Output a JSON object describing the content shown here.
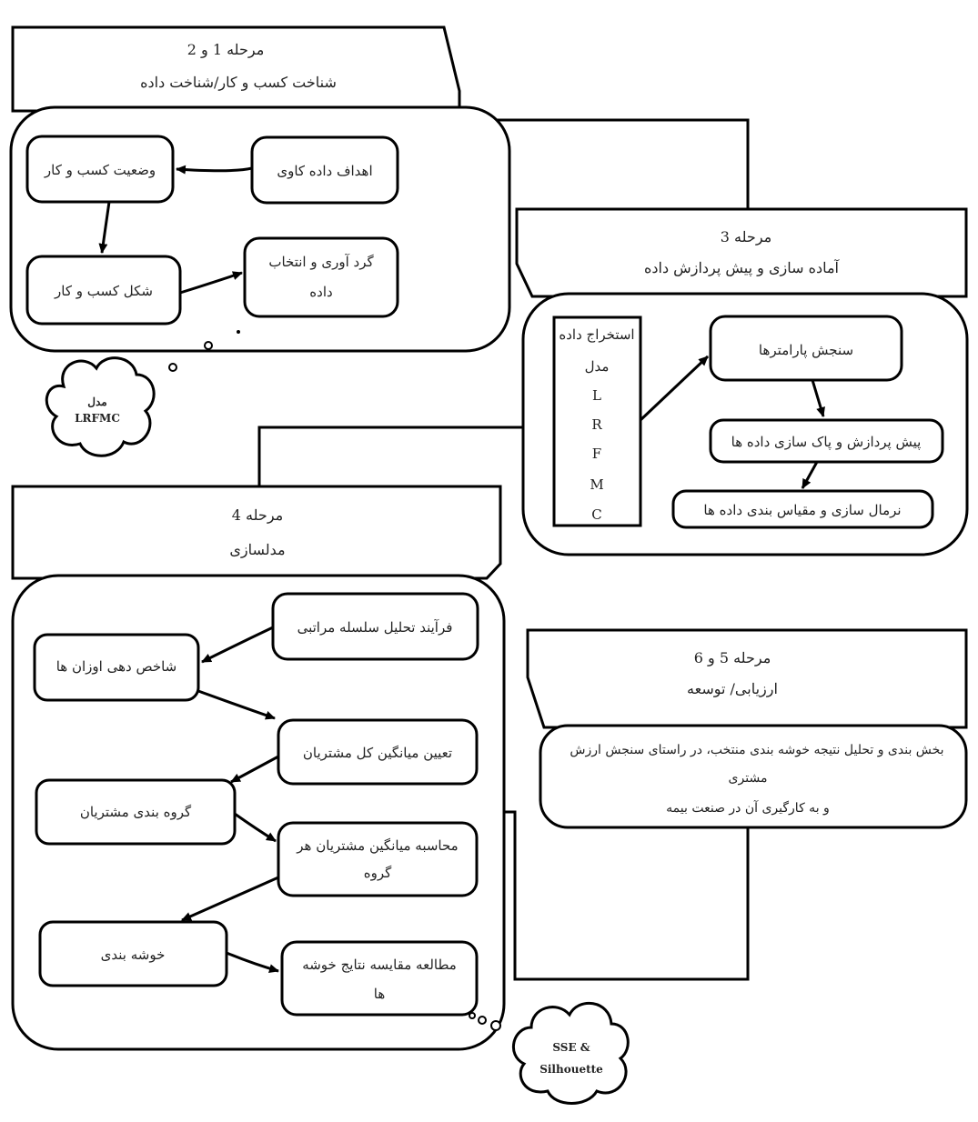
{
  "stage12": {
    "header_line1": "مرحله 1 و 2",
    "header_line2": "شناخت کسب و کار/شناخت داده",
    "box_goals": "اهداف داده کاوی",
    "box_situation": "وضعیت کسب و کار",
    "box_form": "شکل کسب و کار",
    "box_collect_l1": "گرد آوری و انتخاب",
    "box_collect_l2": "داده"
  },
  "cloud_lrfmc": {
    "line1": "مدل",
    "line2": "LRFMC"
  },
  "stage3": {
    "header_line1": "مرحله 3",
    "header_line2": "آماده سازی و پیش پردازش داده",
    "extract_title": "استخراج داده",
    "extract_model": "مدل",
    "extract_letters": [
      "L",
      "R",
      "F",
      "M",
      "C"
    ],
    "box_params": "سنجش پارامترها",
    "box_preprocess": "پیش پردازش و پاک سازی داده ها",
    "box_normalize": "نرمال سازی و مقیاس بندی داده ها"
  },
  "stage4": {
    "header_line1": "مرحله 4",
    "header_line2": "مدلسازی",
    "box_ahp": "فرآیند تحلیل سلسله مراتبی",
    "box_weights": "شاخص دهی اوزان ها",
    "box_mean_all": "تعیین میانگین کل مشتریان",
    "box_grouping": "گروه بندی مشتریان",
    "box_mean_group_l1": "محاسبه میانگین مشتریان هر",
    "box_mean_group_l2": "گروه",
    "box_clustering": "خوشه بندی",
    "box_compare_l1": "مطالعه مقایسه نتایج خوشه",
    "box_compare_l2": "ها"
  },
  "stage56": {
    "header_line1": "مرحله 5 و 6",
    "header_line2": "ارزیابی/ توسعه",
    "body_line1": "بخش بندی و تحلیل نتیجه خوشه بندی منتخب، در راستای سنجش ارزش",
    "body_line2": "مشتری",
    "body_line3": "و به کارگیری آن در صنعت بیمه"
  },
  "cloud_sse": {
    "line1": "SSE &",
    "line2": "Silhouette"
  }
}
